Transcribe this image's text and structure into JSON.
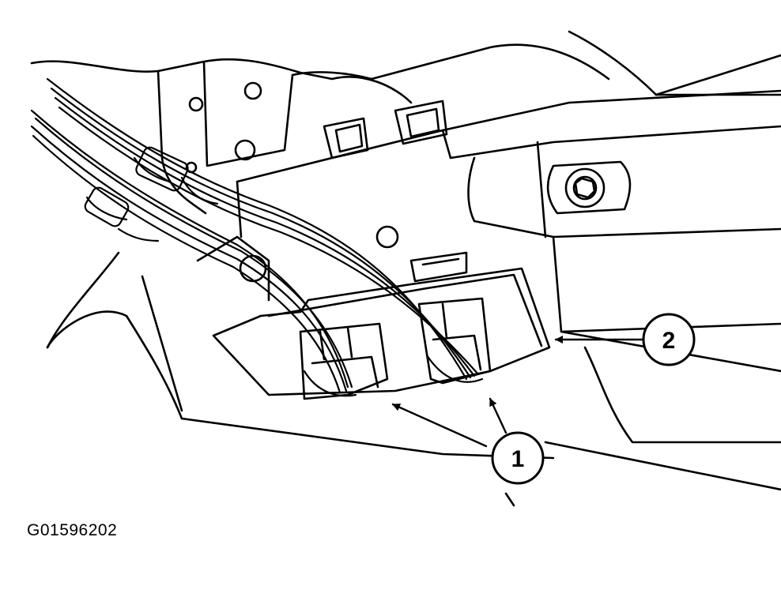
{
  "figure": {
    "code": "G01596202",
    "callouts": [
      {
        "id": "1",
        "label": "1"
      },
      {
        "id": "2",
        "label": "2"
      }
    ]
  }
}
